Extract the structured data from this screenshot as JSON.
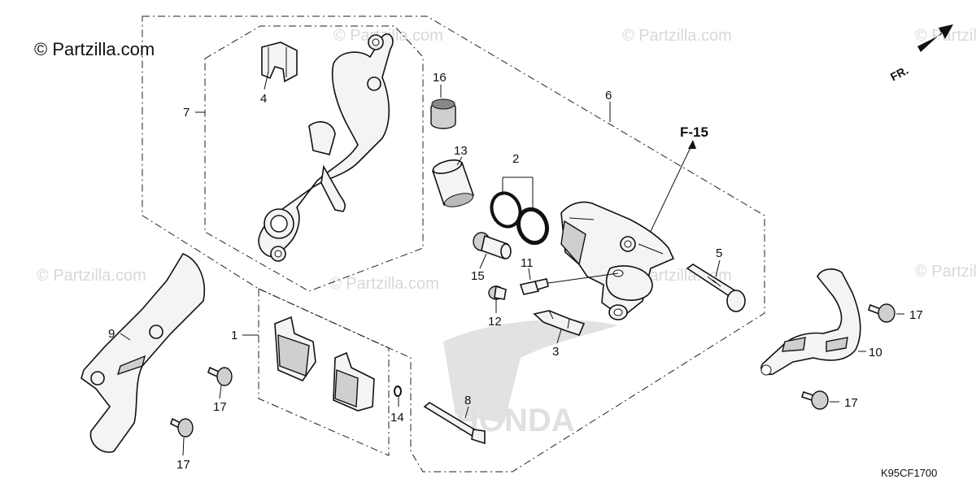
{
  "header": {
    "brand": "© Partzilla.com",
    "watermark": "© Partzilla.com"
  },
  "direction_label": "FR.",
  "reference_label": "F-15",
  "diagram_code": "K95CF1700",
  "callouts": {
    "c1": "1",
    "c2": "2",
    "c3": "3",
    "c4": "4",
    "c5": "5",
    "c6": "6",
    "c7": "7",
    "c8": "8",
    "c9": "9",
    "c10": "10",
    "c11": "11",
    "c12": "12",
    "c13": "13",
    "c14": "14",
    "c15": "15",
    "c16": "16",
    "c17a": "17",
    "c17b": "17",
    "c17c": "17",
    "c17d": "17"
  }
}
